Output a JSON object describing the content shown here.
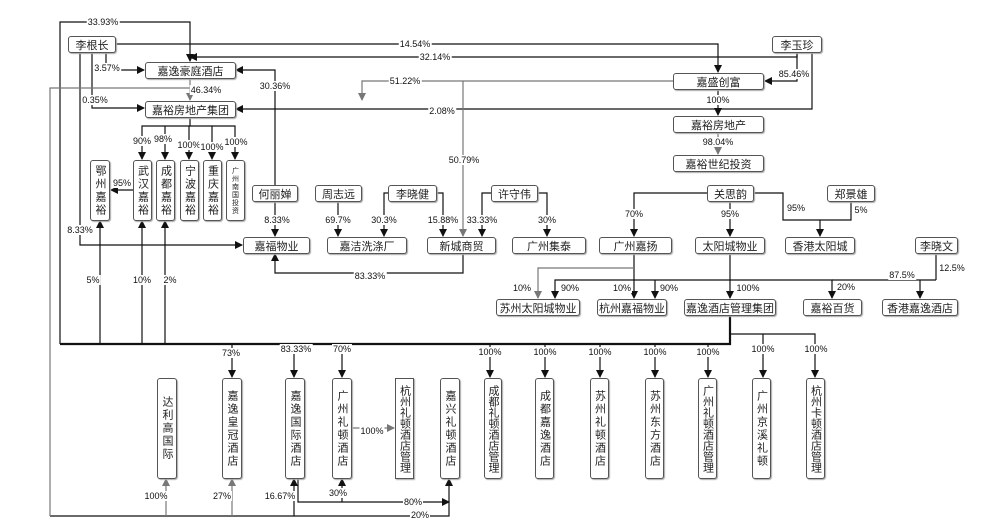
{
  "nodes": {
    "li_genzhang": "李根长",
    "jiayi_haoting": "嘉逸豪庭酒店",
    "jiayu_group": "嘉裕房地产集团",
    "li_yuzhen": "李玉珍",
    "jiasheng_chuangfu": "嘉盛创富",
    "jiayu_realestate": "嘉裕房地产",
    "jiayu_century": "嘉裕世纪投资",
    "ezhou_jiayu": "鄂州嘉裕",
    "wuhan_jiayu": "武汉嘉裕",
    "chengdu_jiayu": "成都嘉裕",
    "ningbo_jiayu": "宁波嘉裕",
    "chongqing_jiayu": "重庆嘉裕",
    "guangzhou_nanguo": "广州南国投资",
    "he_lichan": "何丽婵",
    "zhou_zhiyuan": "周志远",
    "li_xiaojian": "李晓健",
    "xu_shouwei": "许守伟",
    "guan_siyun": "关思韵",
    "zheng_jingxiong": "郑景雄",
    "jiafu_property": "嘉福物业",
    "jiajie_laundry": "嘉洁洗涤厂",
    "xincheng_trade": "新城商贸",
    "guangzhou_jitai": "广州集泰",
    "guangzhou_jiayang": "广州嘉扬",
    "taiyangcheng_property": "太阳城物业",
    "hk_taiyangcheng": "香港太阳城",
    "li_xiaowen": "李晓文",
    "suzhou_taiyangcheng": "苏州太阳城物业",
    "hangzhou_jiafu": "杭州嘉福物业",
    "jiayi_hotel_group": "嘉逸酒店管理集团",
    "jiayu_department": "嘉裕百货",
    "hk_jiayi_hotel": "香港嘉逸酒店",
    "dali_gao": "达利高国际",
    "jiayi_crown": "嘉逸皇冠酒店",
    "jiayi_intl": "嘉逸国际酒店",
    "gz_liton_hotel": "广州礼顿酒店",
    "hz_liton_mgmt": "杭州礼顿酒店管理",
    "jiaxing_liton": "嘉兴礼顿酒店",
    "cd_liton_mgmt": "成都礼顿酒店管理",
    "cd_jiayi_hotel": "成都嘉逸酒店",
    "sz_liton_hotel": "苏州礼顿酒店",
    "sz_dongfang": "苏州东方酒店",
    "gz_liton_mgmt": "广州礼顿酒店管理",
    "gz_jingxi_liton": "广州京溪礼顿",
    "hz_kadun_mgmt": "杭州卡顿酒店管理"
  },
  "edge_labels": [
    "33.93%",
    "14.54%",
    "32.14%",
    "3.57%",
    "30.36%",
    "46.34%",
    "51.22%",
    "85.46%",
    "0.35%",
    "2.08%",
    "100%",
    "98.04%",
    "90%",
    "98%",
    "100%",
    "100%",
    "100%",
    "95%",
    "50.79%",
    "8.33%",
    "69.7%",
    "30.3%",
    "15.88%",
    "33.33%",
    "30%",
    "70%",
    "95%",
    "95%",
    "5%",
    "8.33%",
    "83.33%",
    "5%",
    "10%",
    "2%",
    "10%",
    "90%",
    "10%",
    "90%",
    "100%",
    "20%",
    "87.5%",
    "12.5%",
    "73%",
    "83.33%",
    "70%",
    "100%",
    "100%",
    "100%",
    "100%",
    "100%",
    "100%",
    "100%",
    "100%",
    "100%",
    "27%",
    "16.67%",
    "30%",
    "80%",
    "20%"
  ],
  "colors": {
    "line": "#111111",
    "secondary_line": "#777777",
    "box_border": "#555555"
  }
}
